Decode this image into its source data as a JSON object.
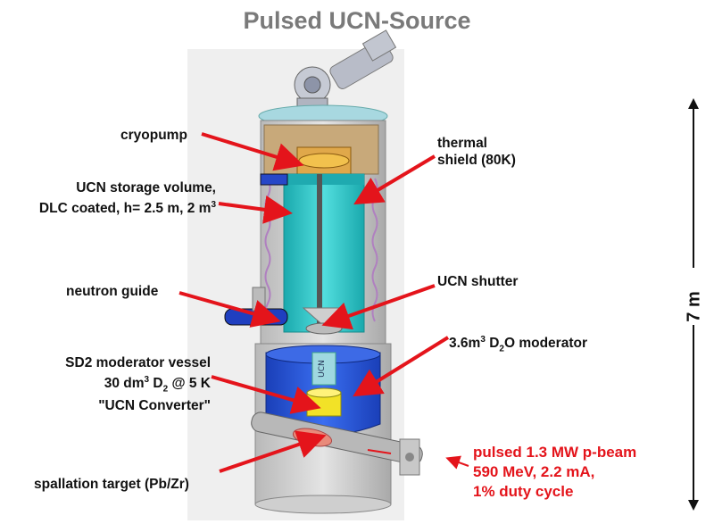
{
  "title": "Pulsed UCN-Source",
  "labels": {
    "cryopump": "cryopump",
    "thermal_shield_1": "thermal",
    "thermal_shield_2": "shield (80K)",
    "storage_1": "UCN storage volume,",
    "storage_2a": "DLC coated, h= 2.5 m, 2 m",
    "storage_2b": "3",
    "neutron_guide": "neutron guide",
    "ucn_shutter": "UCN shutter",
    "d2o_a": "3.6m",
    "d2o_b": "3",
    "d2o_c": " D",
    "d2o_d": "2",
    "d2o_e": "O moderator",
    "sd2_1": "SD2 moderator vessel",
    "sd2_2a": "30 dm",
    "sd2_2b": "3",
    "sd2_2c": " D",
    "sd2_2d": "2",
    "sd2_2e": " @ 5 K",
    "sd2_3": "\"UCN Converter\"",
    "spallation": "spallation target (Pb/Zr)",
    "beam_1": "pulsed 1.3 MW p-beam",
    "beam_2": "590 MeV, 2.2 mA,",
    "beam_3": "1% duty cycle",
    "tube_text": "UCN"
  },
  "dimension": "7 m",
  "colors": {
    "title": "#7a7a7a",
    "arrow": "#e4141b",
    "storage": "#2ec4c4",
    "d2o": "#1f4fd1",
    "converter": "#f2e227",
    "outer_shell": "#c9c9c9",
    "top_cap": "#a8d8e0"
  }
}
